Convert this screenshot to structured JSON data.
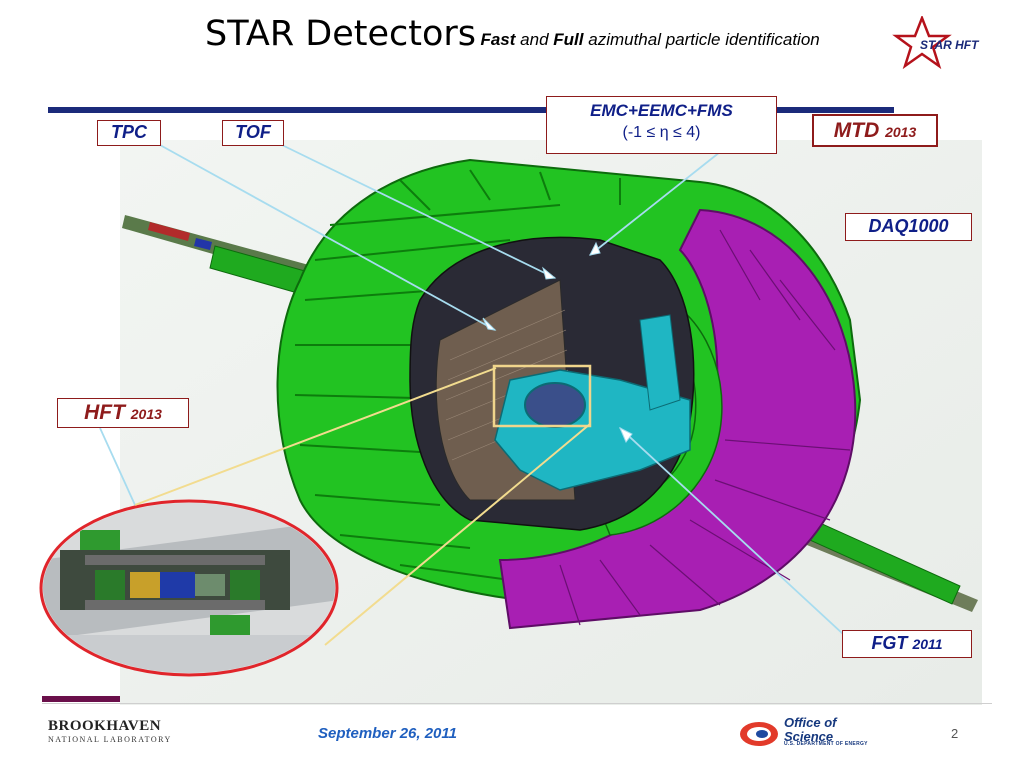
{
  "title": {
    "main": "STAR Detectors",
    "fast": "Fast",
    "and": "and",
    "full": "Full",
    "rest": "azimuthal particle identification"
  },
  "logo": {
    "text": "STAR HFT"
  },
  "labels": {
    "tpc": "TPC",
    "tof": "TOF",
    "emc": "EMC+EEMC+FMS",
    "emc_range": "(-1 ≤ η ≤ 4)",
    "mtd": "MTD",
    "mtd_year": "2013",
    "daq": "DAQ1000",
    "hft": "HFT",
    "hft_year": "2013",
    "fgt": "FGT",
    "fgt_year": "2011"
  },
  "footer": {
    "date": "September 26, 2011",
    "page": "2",
    "bnl_name": "BROOKHAVEN",
    "bnl_sub": "NATIONAL LABORATORY",
    "doe_line1": "Office of",
    "doe_line2": "Science",
    "doe_line3": "U.S. DEPARTMENT OF ENERGY"
  },
  "colors": {
    "green": "#22c322",
    "magenta": "#a81fb3",
    "cyan": "#1fb6c3",
    "navy": "#1b2a7a",
    "label_text": "#0f1f88",
    "label_border": "#8e1b1b"
  }
}
